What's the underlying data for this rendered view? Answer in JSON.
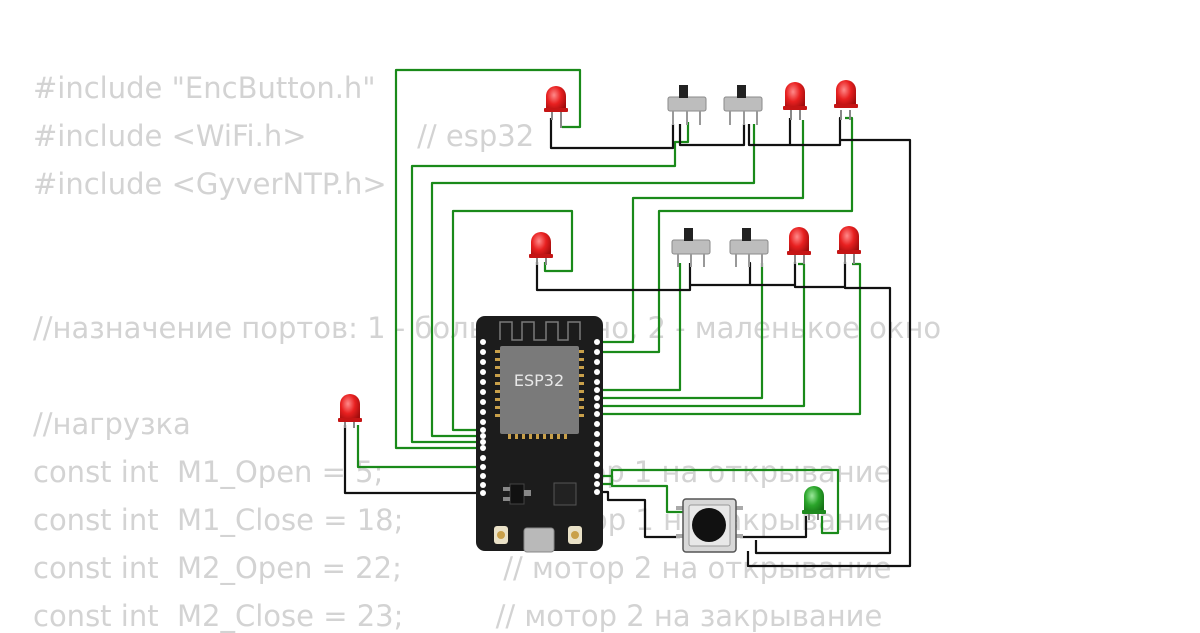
{
  "code_lines": [
    "#include \"EncButton.h\"",
    "#include <WiFi.h>            // esp32",
    "#include <GyverNTP.h>",
    "",
    "",
    "//назначение портов: 1 - большое окно, 2 - маленькое окно",
    "",
    "//нагрузка",
    "const int  M1_Open = 5;             // мотор 1 на открывание",
    "const int  M1_Close = 18;           // мотор 1 на закрывание",
    "const int  M2_Open = 22;           // мотор 2 на открывание",
    "const int  M2_Close = 23;          // мотор 2 на закрывание"
  ],
  "board": {
    "label": "ESP32"
  },
  "colors": {
    "wire_signal": "#1a8a1a",
    "wire_ground": "#111111",
    "led_red": "#e02020",
    "led_green": "#2aa52a",
    "board": "#1c1c1c",
    "chip": "#7a7a7a"
  }
}
